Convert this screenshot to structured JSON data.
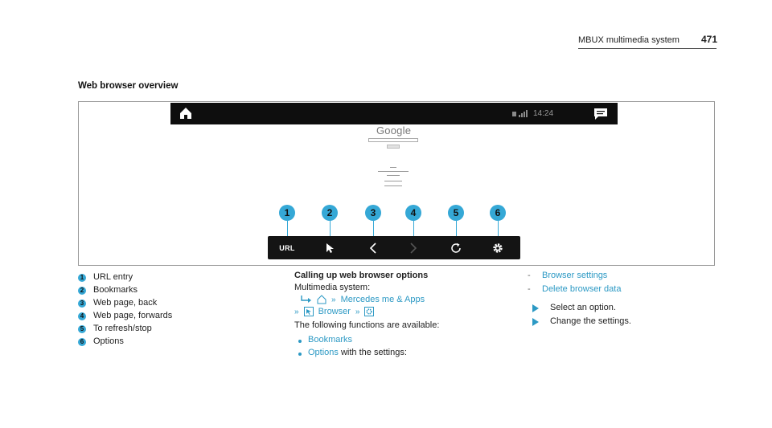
{
  "header": {
    "title": "MBUX multimedia system",
    "page": "471"
  },
  "section": {
    "title": "Web browser overview"
  },
  "figure": {
    "status_time": "14:24",
    "google_logo": "Google",
    "toolbar": {
      "url_label": "URL"
    },
    "callouts": [
      "1",
      "2",
      "3",
      "4",
      "5",
      "6"
    ]
  },
  "legend": [
    {
      "num": "1",
      "text": "URL entry"
    },
    {
      "num": "2",
      "text": "Bookmarks"
    },
    {
      "num": "3",
      "text": "Web page, back"
    },
    {
      "num": "4",
      "text": "Web page, forwards"
    },
    {
      "num": "5",
      "text": "To refresh/stop"
    },
    {
      "num": "6",
      "text": "Options"
    }
  ],
  "calling": {
    "title": "Calling up web browser options",
    "system_label": "Multimedia system:",
    "nav1": "Mercedes me & Apps",
    "nav2": "Browser",
    "functions_intro": "The following functions are available:",
    "bullets": [
      {
        "link": "Bookmarks",
        "suffix": ""
      },
      {
        "link": "Options",
        "suffix": " with the settings:"
      }
    ]
  },
  "options": {
    "settings": [
      "Browser settings",
      "Delete browser data"
    ],
    "steps": [
      "Select an option.",
      "Change the settings."
    ]
  },
  "colors": {
    "accent": "#35a8d6",
    "link": "#2c99c4"
  }
}
